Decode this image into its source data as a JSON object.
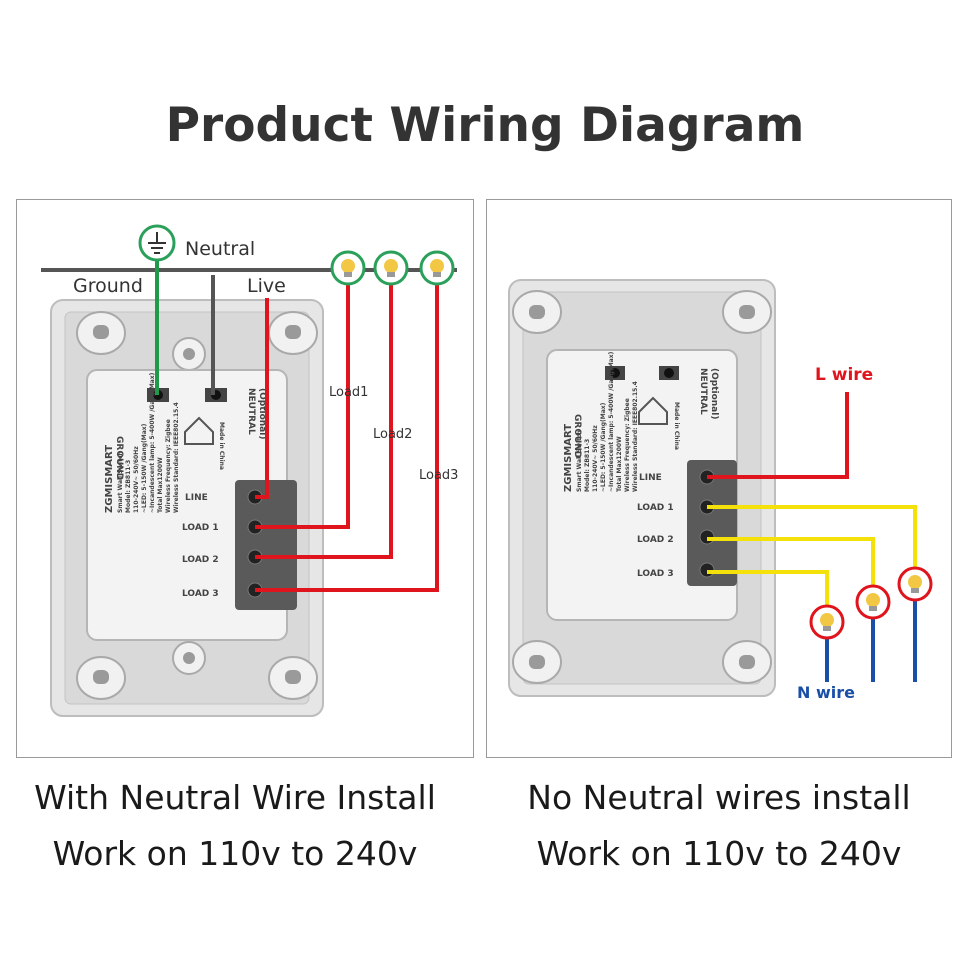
{
  "title": "Product Wiring Diagram",
  "left_panel": {
    "labels": {
      "neutral": "Neutral",
      "ground": "Ground",
      "live": "Live",
      "load1": "Load1",
      "load2": "Load2",
      "load3": "Load3"
    },
    "device": {
      "terminal_ground": "GROUND",
      "terminal_neutral": "NEUTRAL",
      "terminal_neutral_opt": "(Optional)",
      "made_in": "Made in China",
      "brand": "ZGMISMART",
      "product": "Smart Wall Switch",
      "model": "Model: ZB811-3",
      "rating": "110-240V~ 50/60Hz",
      "spec1": "~LED: 5-150W /Gang(Max)",
      "spec2": "~Incandescent lamp: 5-400W /Gang(Max)",
      "spec3": "Total Max1200W",
      "spec4": "Wireless Frequency: Zigbee",
      "spec5": "Wireless Standard: IEEE802.15.4",
      "line": "LINE",
      "load_1": "LOAD 1",
      "load_2": "LOAD 2",
      "load_3": "LOAD 3"
    }
  },
  "right_panel": {
    "labels": {
      "l_wire": "L wire",
      "n_wire": "N wire"
    }
  },
  "captions": {
    "left_line1": "With Neutral Wire Install",
    "left_line2": "Work on 110v to 240v",
    "right_line1": "No Neutral wires install",
    "right_line2": "Work on 110v to 240v"
  },
  "colors": {
    "live_wire": "#e0141c",
    "load_wire_yellow": "#f5e10a",
    "neutral_wire_blue": "#1a4fa8",
    "ground_wire_green": "#1e9a4a",
    "grey_wire": "#555555",
    "lamp_ring_green": "#2aa05a",
    "lamp_ring_red": "#e0141c"
  }
}
